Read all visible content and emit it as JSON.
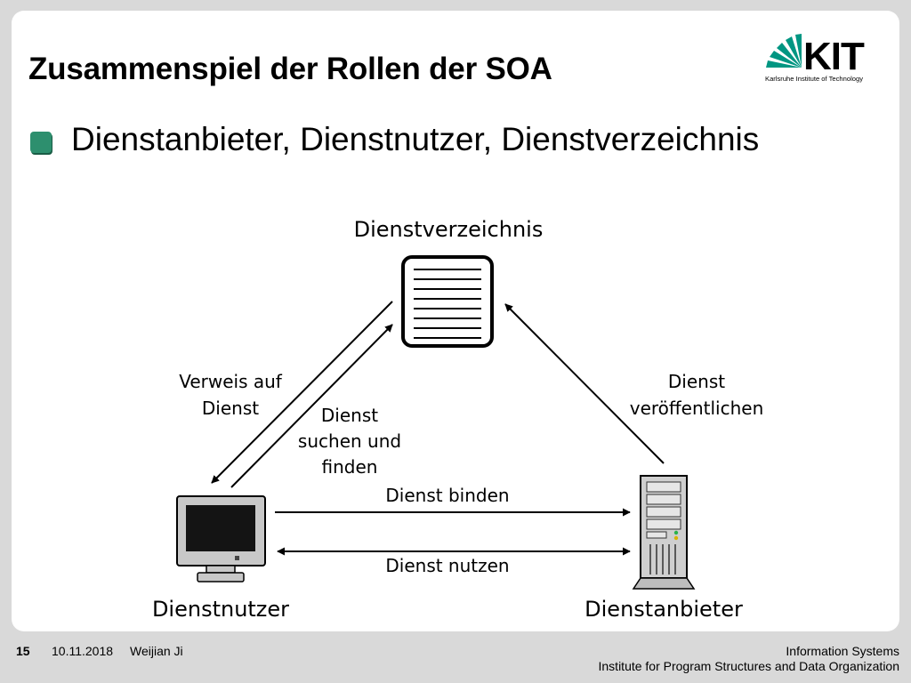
{
  "slide": {
    "title": "Zusammenspiel der Rollen der SOA",
    "bullet": "Dienstanbieter, Dienstnutzer, Dienstverzeichnis"
  },
  "logo": {
    "text": "KIT",
    "subtitle": "Karlsruhe Institute of Technology",
    "color": "#009682"
  },
  "diagram": {
    "registry_label": "Dienstverzeichnis",
    "consumer_label": "Dienstnutzer",
    "provider_label": "Dienstanbieter",
    "arrow_reference": [
      "Verweis auf",
      "Dienst"
    ],
    "arrow_search": [
      "Dienst",
      "suchen und",
      "finden"
    ],
    "arrow_publish": [
      "Dienst",
      "veröffentlichen"
    ],
    "arrow_bind": "Dienst binden",
    "arrow_use": "Dienst nutzen"
  },
  "footer": {
    "page": "15",
    "date": "10.11.2018",
    "author": "Weijian Ji",
    "institute_line1": "Information Systems",
    "institute_line2": "Institute for Program Structures and Data Organization"
  }
}
